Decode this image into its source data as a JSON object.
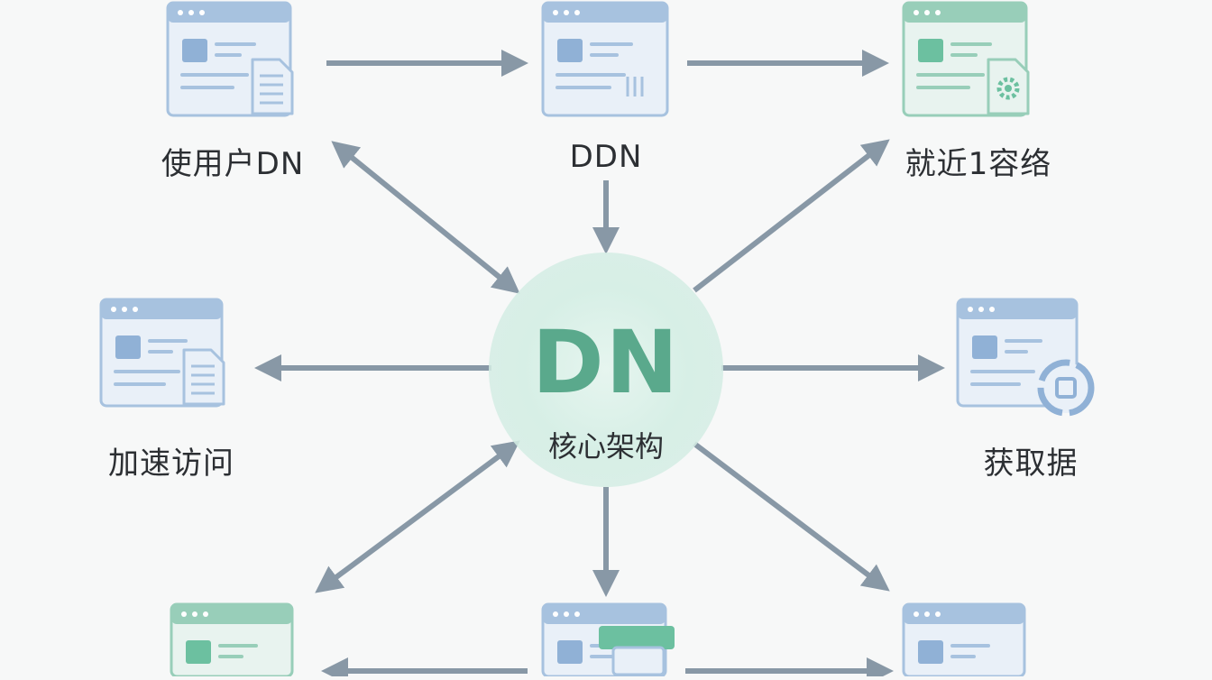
{
  "center": {
    "title": "DN",
    "subtitle": "核心架构"
  },
  "nodes": [
    {
      "id": "top-left",
      "label": "使用户DN",
      "variant": "doc",
      "color": "blue"
    },
    {
      "id": "top-center",
      "label": "DDN",
      "variant": "bars",
      "color": "blue"
    },
    {
      "id": "top-right",
      "label": "就近1容络",
      "variant": "gear",
      "color": "green"
    },
    {
      "id": "mid-left",
      "label": "加速访问",
      "variant": "doc",
      "color": "blue"
    },
    {
      "id": "mid-right",
      "label": "获取据",
      "variant": "ring",
      "color": "blue"
    },
    {
      "id": "bottom-left",
      "label": "",
      "variant": "doc",
      "color": "green"
    },
    {
      "id": "bottom-center",
      "label": "",
      "variant": "folder",
      "color": "blue"
    },
    {
      "id": "bottom-right",
      "label": "",
      "variant": "doc",
      "color": "blue"
    }
  ],
  "colors": {
    "arrow": "#8898a6",
    "window_blue_fill": "#e9f0f8",
    "window_blue_bar": "#a7c2df",
    "window_green_fill": "#e8f3ef",
    "window_green_bar": "#98ceb9",
    "accent_green": "#6cc0a0",
    "accent_blue": "#90b1d6",
    "center_glow": "#d4ede4"
  }
}
